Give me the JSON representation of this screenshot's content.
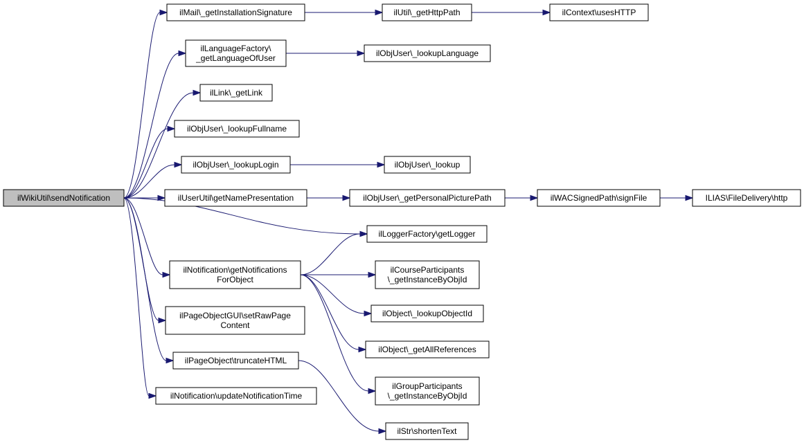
{
  "nodes": {
    "root": {
      "lines": [
        "ilWikiUtil\\sendNotification"
      ],
      "highlight": true
    },
    "mailSig": {
      "lines": [
        "ilMail\\_getInstallationSignature"
      ]
    },
    "utilHttp": {
      "lines": [
        "ilUtil\\_getHttpPath"
      ]
    },
    "ctxHttp": {
      "lines": [
        "ilContext\\usesHTTP"
      ]
    },
    "langFactory": {
      "lines": [
        "ilLanguageFactory\\",
        "_getLanguageOfUser"
      ]
    },
    "userLookupLang": {
      "lines": [
        "ilObjUser\\_lookupLanguage"
      ]
    },
    "linkGet": {
      "lines": [
        "ilLink\\_getLink"
      ]
    },
    "userFullname": {
      "lines": [
        "ilObjUser\\_lookupFullname"
      ]
    },
    "userLogin": {
      "lines": [
        "ilObjUser\\_lookupLogin"
      ]
    },
    "userLookup": {
      "lines": [
        "ilObjUser\\_lookup"
      ]
    },
    "namePres": {
      "lines": [
        "ilUserUtil\\getNamePresentation"
      ]
    },
    "picturePath": {
      "lines": [
        "ilObjUser\\_getPersonalPicturePath"
      ]
    },
    "signFile": {
      "lines": [
        "ilWACSignedPath\\signFile"
      ]
    },
    "fileDelivery": {
      "lines": [
        "ILIAS\\FileDelivery\\http"
      ]
    },
    "loggerFactory": {
      "lines": [
        "ilLoggerFactory\\getLogger"
      ]
    },
    "notifForObject": {
      "lines": [
        "ilNotification\\getNotifications",
        "ForObject"
      ]
    },
    "courseParts": {
      "lines": [
        "ilCourseParticipants",
        "\\_getInstanceByObjId"
      ]
    },
    "objLookupId": {
      "lines": [
        "ilObject\\_lookupObjectId"
      ]
    },
    "pageGuiRaw": {
      "lines": [
        "ilPageObjectGUI\\setRawPage",
        "Content"
      ]
    },
    "allRefs": {
      "lines": [
        "ilObject\\_getAllReferences"
      ]
    },
    "truncate": {
      "lines": [
        "ilPageObject\\truncateHTML"
      ]
    },
    "groupParts": {
      "lines": [
        "ilGroupParticipants",
        "\\_getInstanceByObjId"
      ]
    },
    "updateTime": {
      "lines": [
        "ilNotification\\updateNotificationTime"
      ]
    },
    "shorten": {
      "lines": [
        "ilStr\\shortenText"
      ]
    }
  },
  "edges": [
    [
      "root",
      "mailSig"
    ],
    [
      "root",
      "langFactory"
    ],
    [
      "root",
      "linkGet"
    ],
    [
      "root",
      "userFullname"
    ],
    [
      "root",
      "userLogin"
    ],
    [
      "root",
      "namePres"
    ],
    [
      "root",
      "loggerFactory"
    ],
    [
      "root",
      "notifForObject"
    ],
    [
      "root",
      "pageGuiRaw"
    ],
    [
      "root",
      "truncate"
    ],
    [
      "root",
      "updateTime"
    ],
    [
      "mailSig",
      "utilHttp"
    ],
    [
      "utilHttp",
      "ctxHttp"
    ],
    [
      "langFactory",
      "userLookupLang"
    ],
    [
      "userLogin",
      "userLookup"
    ],
    [
      "namePres",
      "picturePath"
    ],
    [
      "picturePath",
      "signFile"
    ],
    [
      "signFile",
      "fileDelivery"
    ],
    [
      "notifForObject",
      "loggerFactory"
    ],
    [
      "notifForObject",
      "courseParts"
    ],
    [
      "notifForObject",
      "objLookupId"
    ],
    [
      "notifForObject",
      "allRefs"
    ],
    [
      "notifForObject",
      "groupParts"
    ],
    [
      "truncate",
      "shorten"
    ]
  ]
}
